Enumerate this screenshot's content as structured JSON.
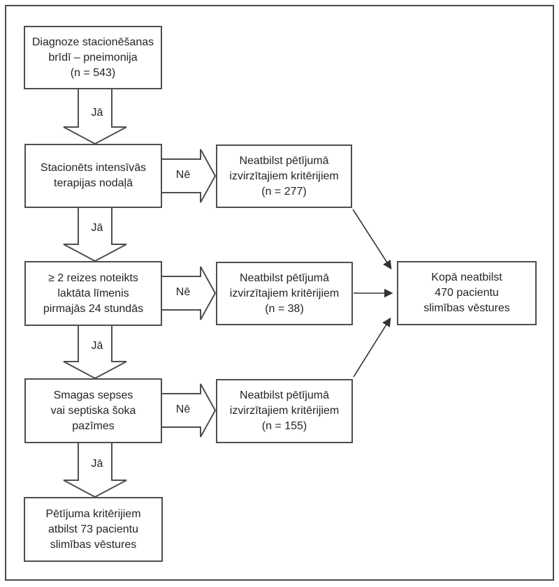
{
  "colors": {
    "ink": "#242424",
    "line": "#4e4e4e",
    "background": "#ffffff"
  },
  "labels": {
    "yes": "Jā",
    "no": "Nē"
  },
  "boxes": {
    "diagnosis": "Diagnoze stacionēšanas\nbrīdī – pneimonija\n(n = 543)",
    "icu": "Stacionēts intensīvās\nterapijas nodaļā",
    "lactate": "≥ 2 reizes noteikts\nlaktāta līmenis\npirmajās 24 stundās",
    "sepsis": "Smagas sepses\nvai septiska šoka\npazīmes",
    "included": "Pētījuma kritērijiem\natbilst 73 pacientu\nslimības vēstures",
    "excluded_icu": "Neatbilst pētījumā\nizvirzītajiem kritērijiem\n(n = 277)",
    "excluded_lactate": "Neatbilst pētījumā\nizvirzītajiem kritērijiem\n(n = 38)",
    "excluded_sepsis": "Neatbilst pētījumā\nizvirzītajiem kritērijiem\n(n = 155)",
    "total_excluded": "Kopā neatbilst\n470 pacientu\nslimības vēstures"
  }
}
